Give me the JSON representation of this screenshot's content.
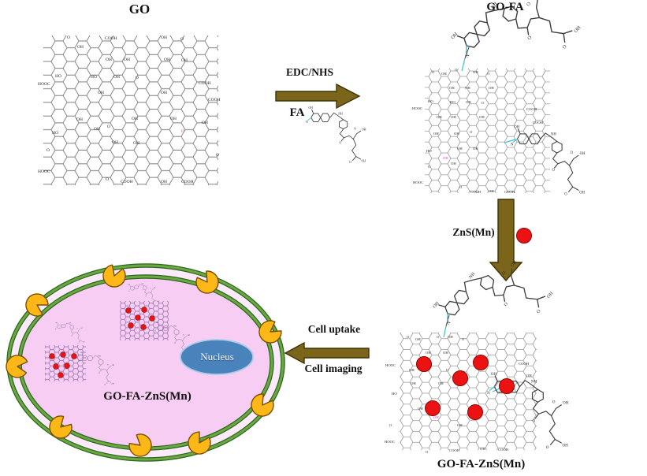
{
  "labels": {
    "go": "GO",
    "go_fa": "GO-FA",
    "go_fa_zns": "GO-FA-ZnS(Mn)",
    "edc_nhs": "EDC/NHS",
    "fa": "FA",
    "zns": "ZnS(Mn)",
    "cell_uptake": "Cell uptake",
    "cell_imaging": "Cell imaging",
    "nucleus": "Nucleus",
    "cell_go_fa_zns": "GO-FA-ZnS(Mn)"
  },
  "chem": {
    "cooh": "COOH",
    "hooc": "HOOC",
    "oh": "OH",
    "ho": "HO",
    "o": "O",
    "n": "N",
    "nh": "NH"
  },
  "colors": {
    "arrow": "#7a651a",
    "arrow_outline": "#3e3205",
    "zns_dot": "#ec1212",
    "zns_dot_rim": "#8a0808",
    "receptor_yellow": "#fdb717",
    "receptor_rim": "#7a4f00",
    "membrane_green": "#6aa843",
    "membrane_dark": "#2d661c",
    "cytoplasm_pink": "#f8cdf4",
    "membrane_gap_pink": "#fdeafc",
    "nucleus_blue": "#4a83bb",
    "nucleus_rim": "#a8cbe8",
    "go_lattice_gray": "#7f7f7f",
    "go_lattice_light": "#9c9c9c",
    "fa_dark": "#3d3d3d",
    "cell_structure_purple": "#8b6aa6",
    "amine_cyan": "#35c4d7"
  }
}
